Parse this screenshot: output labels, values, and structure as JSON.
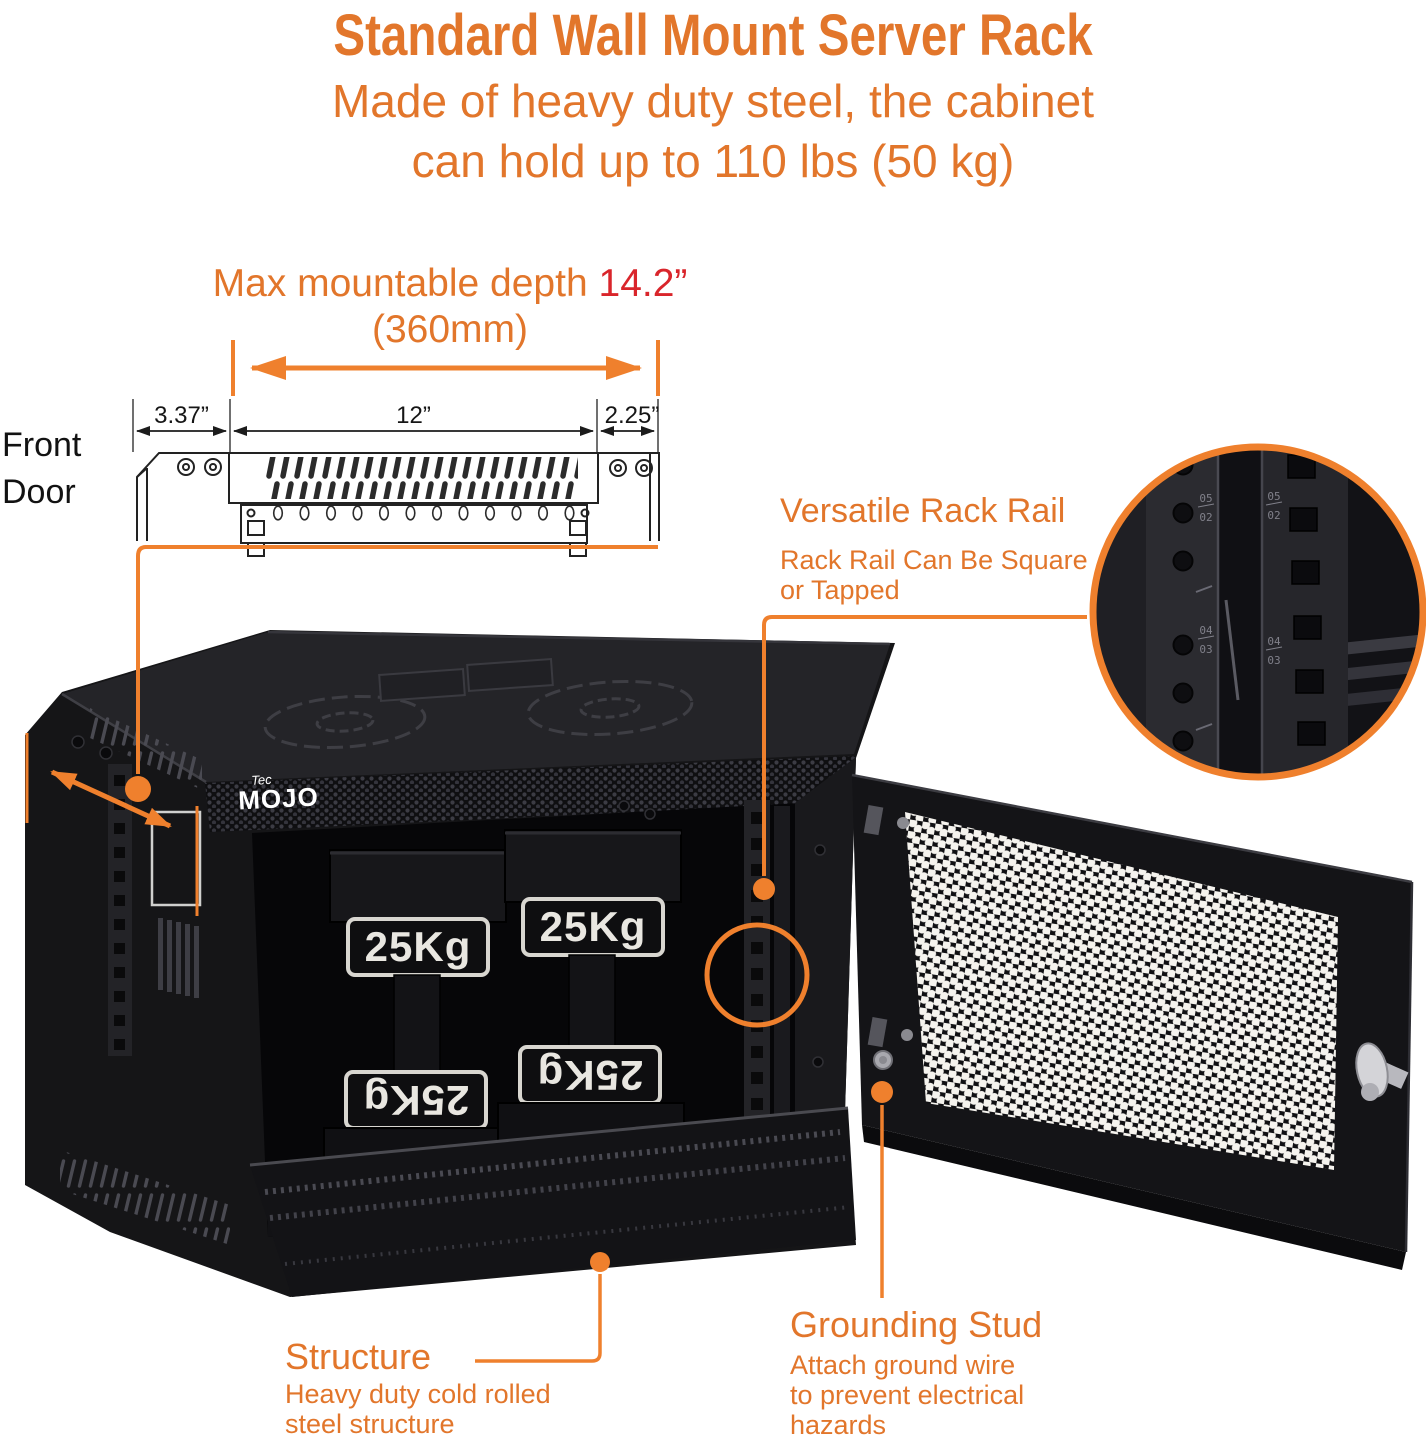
{
  "colors": {
    "orange_text": "#E2762B",
    "orange_line": "#EF802D",
    "red_accent": "#D9252B",
    "drawing_ink": "#222222",
    "cabinet_black": "#141417",
    "mesh_white": "#F5F3EE"
  },
  "header": {
    "title": "Standard Wall Mount Server Rack",
    "subtitle_line1": "Made of heavy duty steel, the cabinet",
    "subtitle_line2": "can hold up to 110 lbs (50 kg)"
  },
  "diagram": {
    "depth_label": "Max mountable depth",
    "depth_value": "14.2”",
    "depth_mm": "(360mm)",
    "front_door_line1": "Front",
    "front_door_line2": "Door",
    "dim_left": "3.37”",
    "dim_middle": "12”",
    "dim_right": "2.25”"
  },
  "callouts": {
    "rack_rail": {
      "title": "Versatile Rack Rail",
      "line1": "Rack Rail Can Be Square",
      "line2": "or Tapped"
    },
    "structure": {
      "title": "Structure",
      "line1": "Heavy duty cold rolled",
      "line2": "steel structure"
    },
    "grounding_stud": {
      "title": "Grounding Stud",
      "line1": "Attach ground wire",
      "line2": "to prevent electrical",
      "line3": "hazards"
    }
  },
  "cabinet": {
    "brand_top": "Tec",
    "brand_main": "MOJO",
    "weight_label": "25Kg"
  },
  "inset": {
    "marking1_top": "05",
    "marking1_bottom": "02",
    "marking2_top": "04",
    "marking2_bottom": "03"
  }
}
